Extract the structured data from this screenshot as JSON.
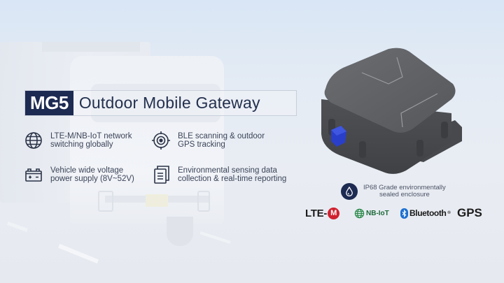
{
  "title": {
    "badge": "MG5",
    "text": "Outdoor Mobile Gateway"
  },
  "features": [
    {
      "icon": "globe-icon",
      "line1": "LTE-M/NB-IoT network",
      "line2": "switching globally"
    },
    {
      "icon": "target-icon",
      "line1": "BLE scanning & outdoor",
      "line2": "GPS tracking"
    },
    {
      "icon": "battery-icon",
      "line1": "Vehicle wide voltage",
      "line2": "power supply (8V~52V)"
    },
    {
      "icon": "document-icon",
      "line1": "Environmental sensing data",
      "line2": "collection & real-time reporting"
    }
  ],
  "ip68": {
    "icon": "water-drop-icon",
    "line1": "IP68 Grade environmentally",
    "line2": "sealed enclosure"
  },
  "logos": {
    "lte": {
      "prefix": "LTE-",
      "badge": "M"
    },
    "nb": {
      "text": "NB-IoT"
    },
    "bluetooth": {
      "text": "Bluetooth",
      "mark": "®"
    },
    "gps": {
      "text": "GPS"
    }
  },
  "colors": {
    "navy": "#1d2a52",
    "lte_red": "#d0202e",
    "nb_green": "#1d6a3a",
    "bluetooth_blue": "#1c6fd1",
    "connector_blue": "#2a3fc9",
    "device_gray": "#5d5f63"
  }
}
